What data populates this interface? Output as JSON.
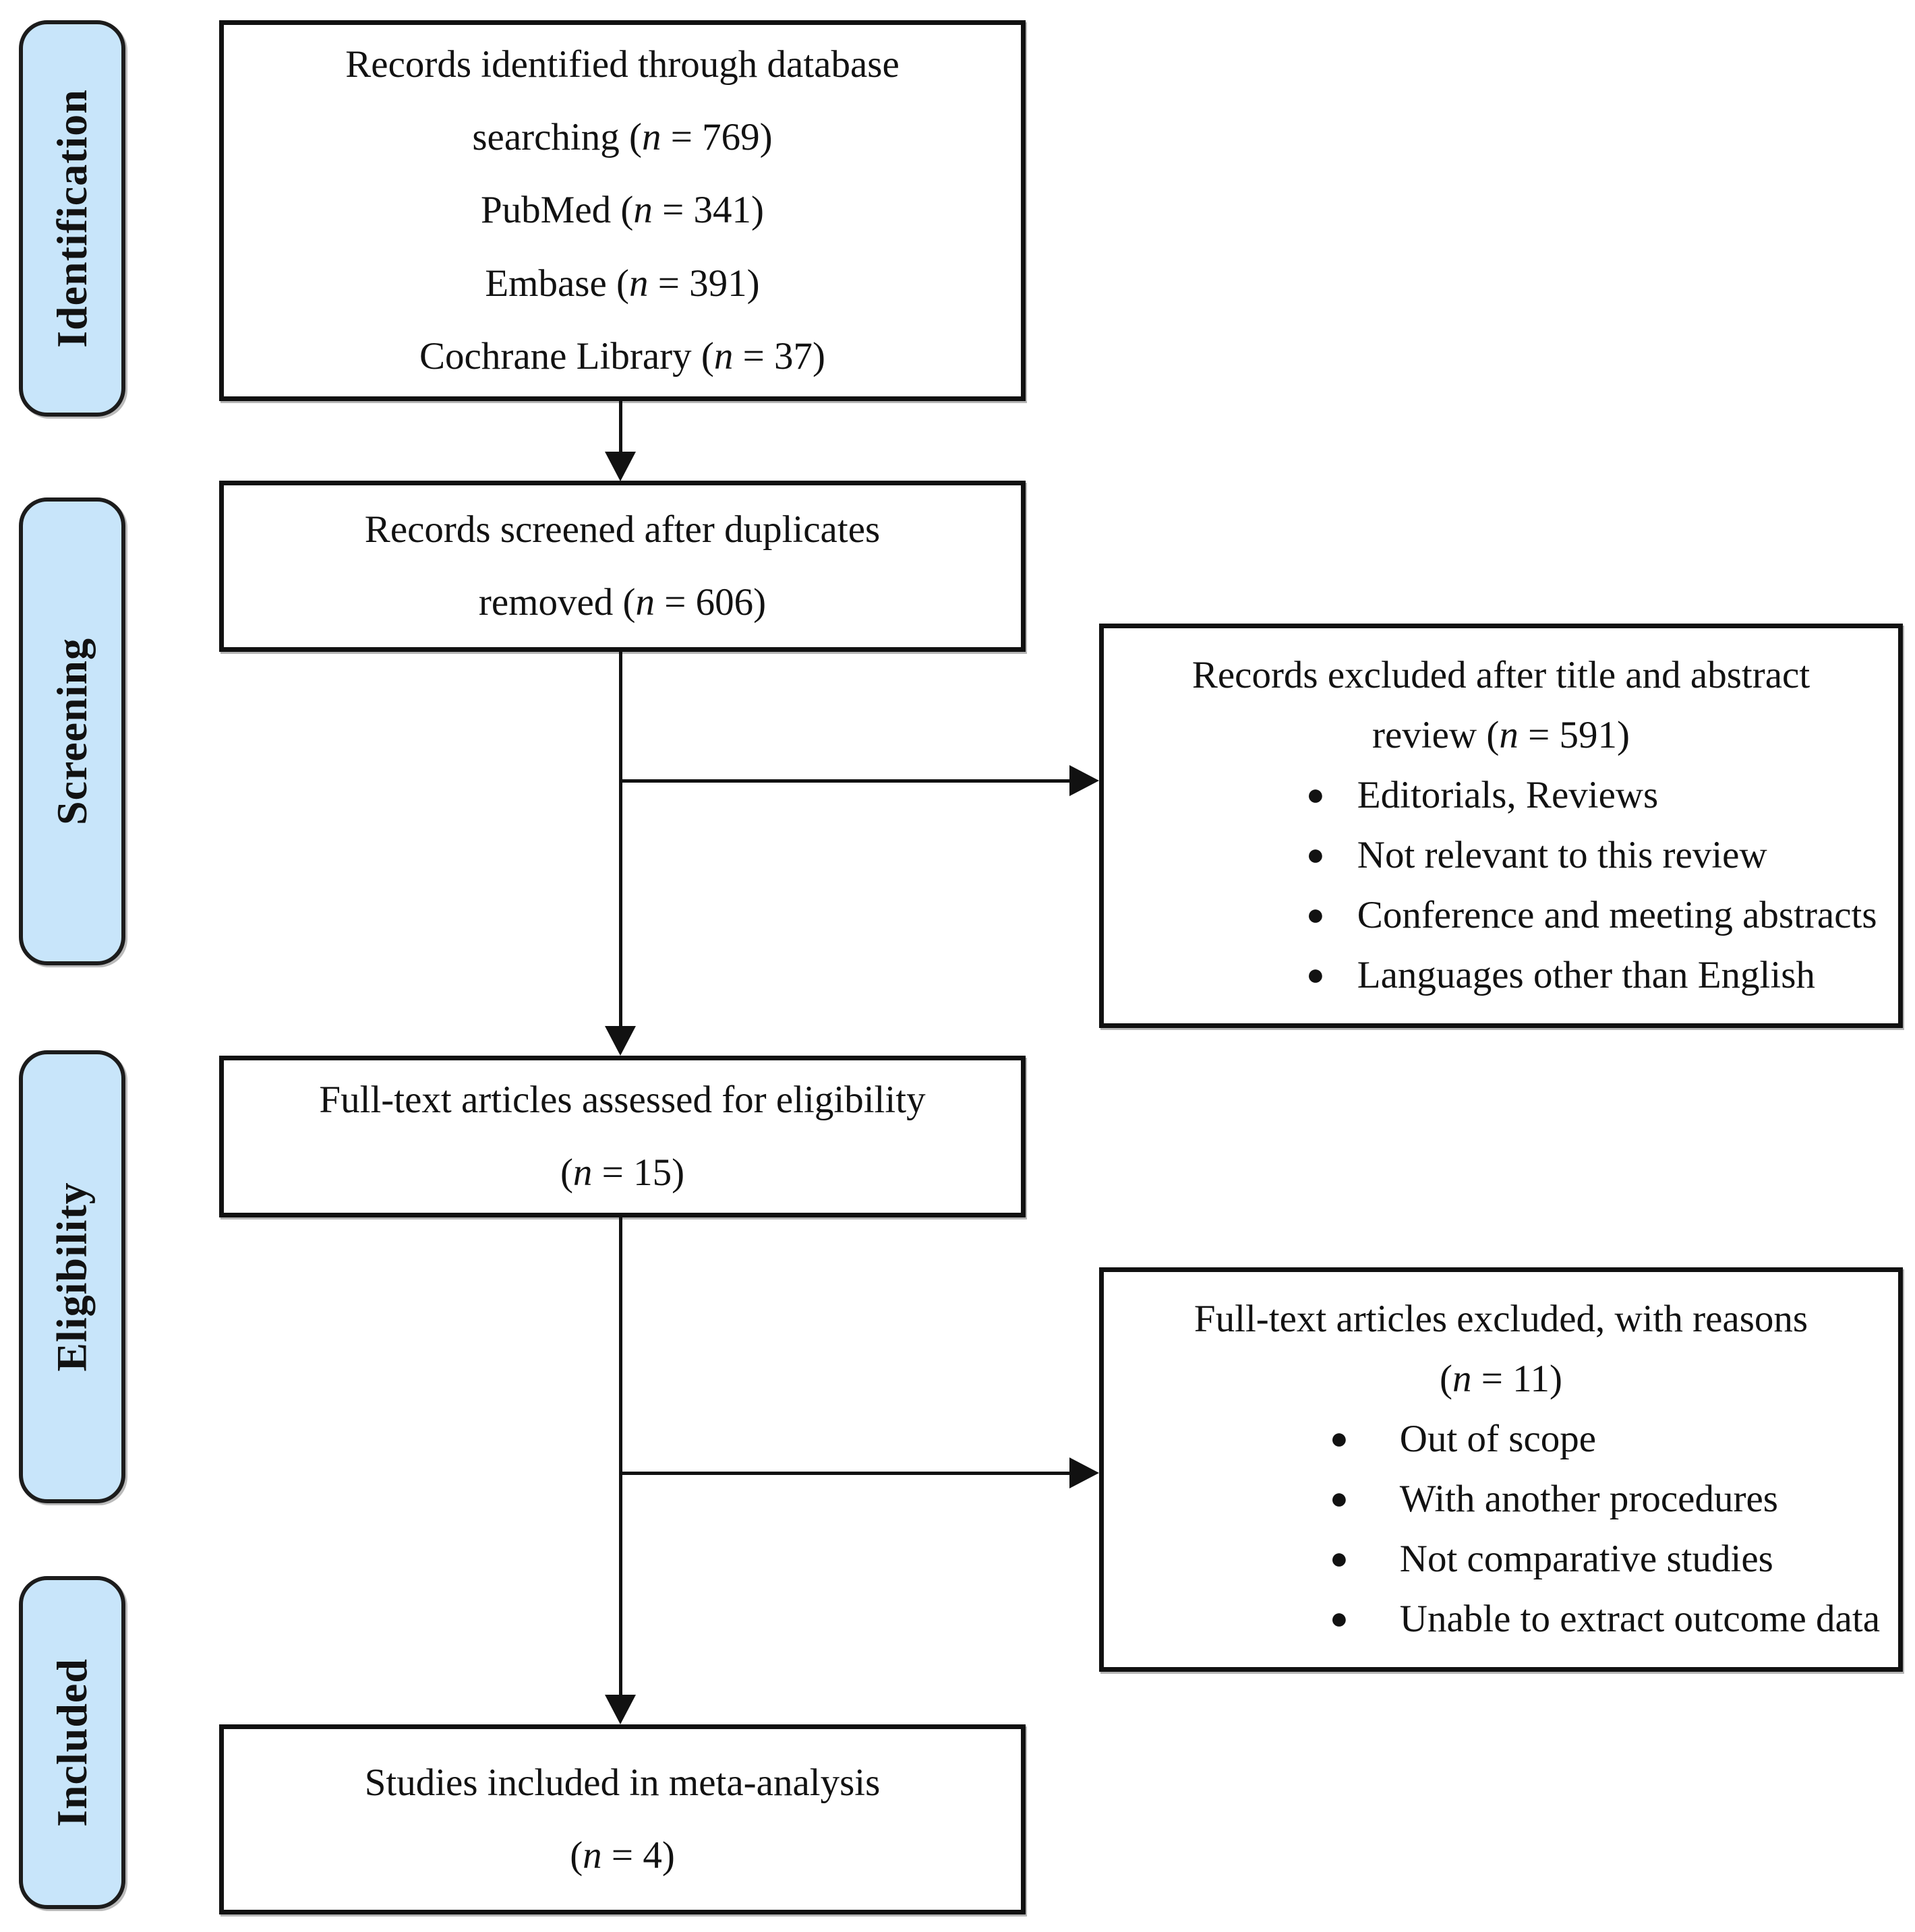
{
  "figure": {
    "stage_labels": [
      "Identification",
      "Screening",
      "Eligibility",
      "Included"
    ],
    "bullet_icon": "●",
    "colors": {
      "page_background": "#ffffff",
      "stage_fill": "#c8e5fa",
      "stage_border": "#1c1c1c",
      "box_border": "#111111",
      "connector": "#111111",
      "text": "#121212"
    },
    "boxes": {
      "identification": {
        "lines": [
          "Records identified through database",
          "searching (n = 769)",
          "PubMed (n = 341)",
          "Embase (n = 391)",
          "Cochrane Library (n = 37)"
        ]
      },
      "screened": {
        "lines": [
          "Records screened after duplicates",
          "removed (n = 606)"
        ]
      },
      "excluded_title_abstract": {
        "title_lines": [
          "Records excluded after title and abstract",
          "review (n = 591)"
        ],
        "bullets": [
          "Editorials, Reviews",
          "Not relevant to this review",
          "Conference and meeting abstracts",
          "Languages other than English"
        ]
      },
      "fulltext_assessed": {
        "lines": [
          "Full-text articles assessed for eligibility",
          "(n = 15)"
        ]
      },
      "excluded_fulltext": {
        "title_lines": [
          "Full-text articles excluded, with reasons",
          "(n = 11)"
        ],
        "bullets": [
          "Out of scope",
          "With another procedures",
          "Not comparative studies",
          "Unable to extract outcome data"
        ]
      },
      "included_meta_analysis": {
        "lines": [
          "Studies included in meta-analysis",
          "(n = 4)"
        ]
      }
    }
  }
}
